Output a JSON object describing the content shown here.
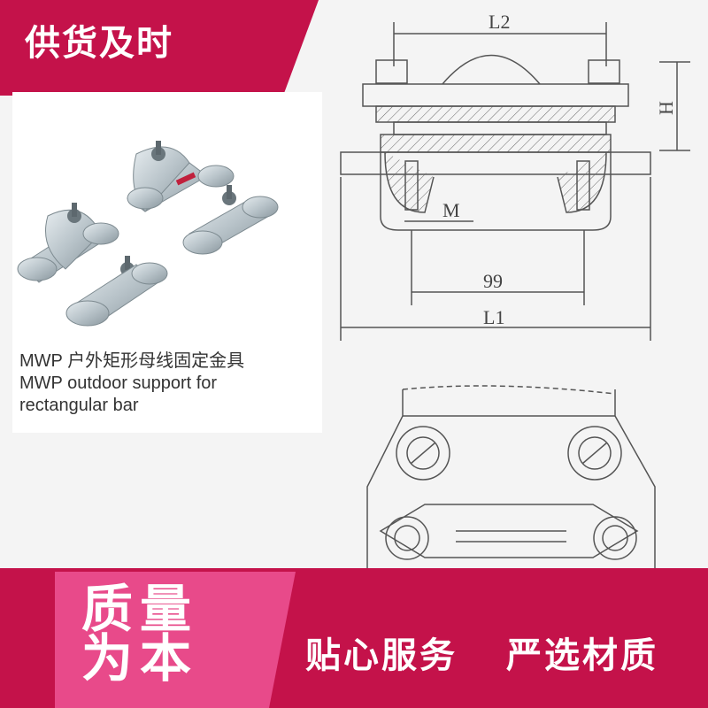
{
  "top_banner": {
    "text": "供货及时",
    "color": "#c4124a"
  },
  "caption": {
    "line1": "MWP 户外矩形母线固定金具",
    "line2": "MWP outdoor support for",
    "line3": "rectangular bar"
  },
  "drawing": {
    "label_l2": "L2",
    "label_h": "H",
    "label_m": "M",
    "label_99": "99",
    "label_l1": "L1"
  },
  "bottom": {
    "quality_line1": "质量",
    "quality_line2": "为本",
    "slogan_1": "贴心服务",
    "slogan_2": "严选材质",
    "bar_color": "#c4124a",
    "badge_color": "#e84a8a"
  }
}
